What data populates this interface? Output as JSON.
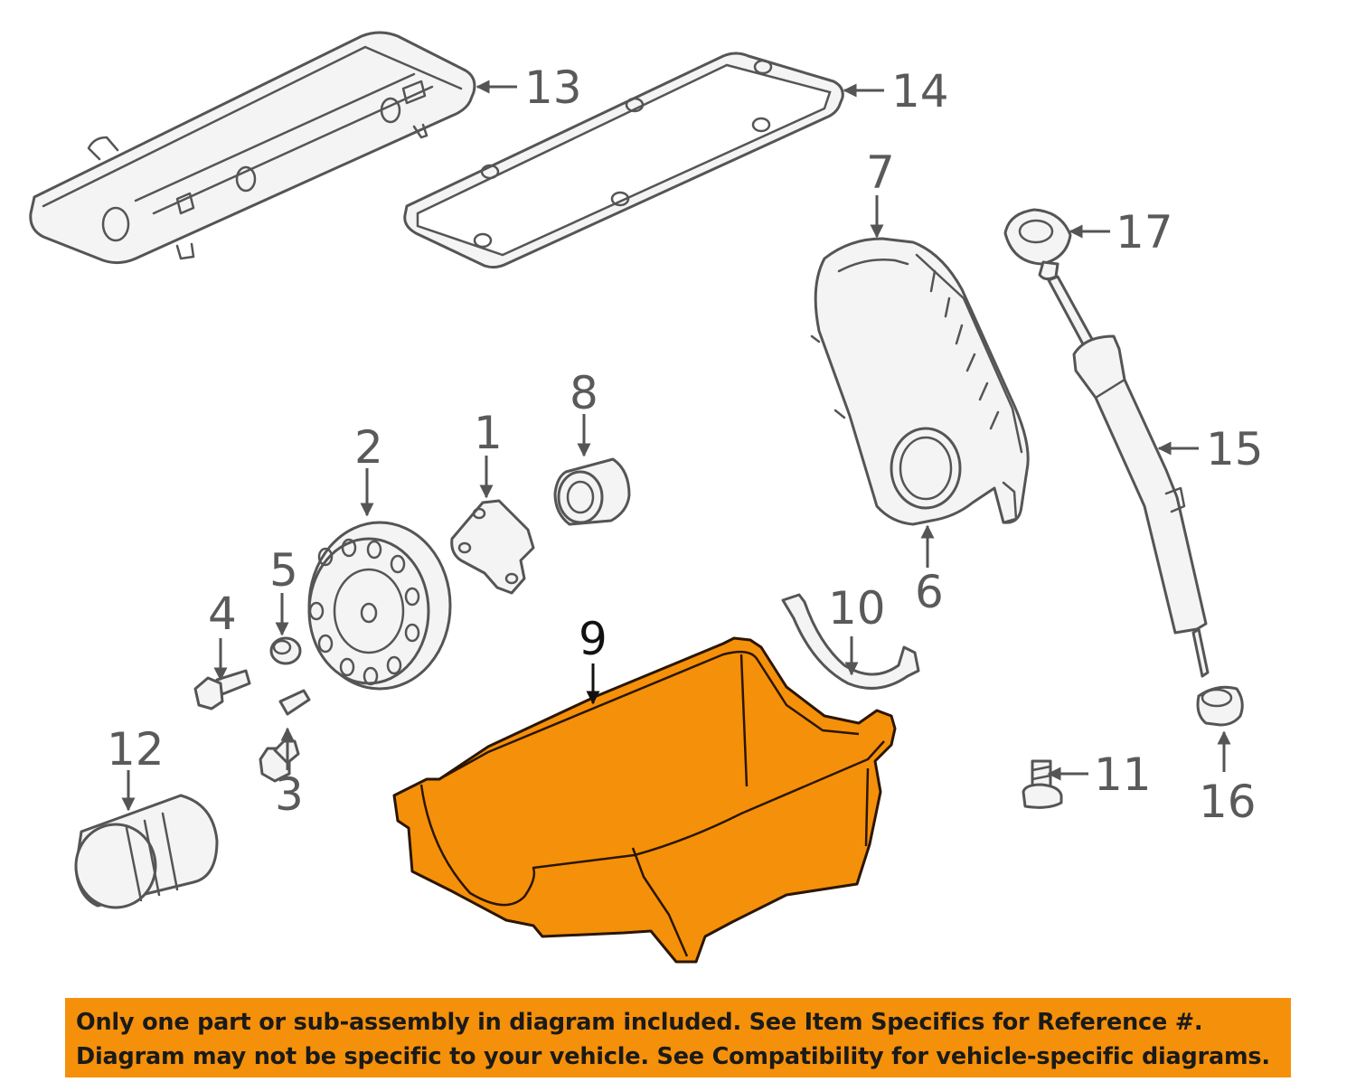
{
  "diagram": {
    "callouts": {
      "c1": "1",
      "c2": "2",
      "c3": "3",
      "c4": "4",
      "c5": "5",
      "c6": "6",
      "c7": "7",
      "c8": "8",
      "c9": "9",
      "c10": "10",
      "c11": "11",
      "c12": "12",
      "c13": "13",
      "c14": "14",
      "c15": "15",
      "c16": "16",
      "c17": "17"
    },
    "highlighted_part": "9",
    "colors": {
      "highlight": "#f5900a",
      "line": "#555555",
      "banner": "#f5900a"
    }
  },
  "disclaimer": {
    "line1": "Only one part or sub-assembly in diagram included. See Item Specifics for Reference #.",
    "line2": "Diagram may not be specific to your vehicle. See Compatibility for vehicle-specific diagrams."
  }
}
